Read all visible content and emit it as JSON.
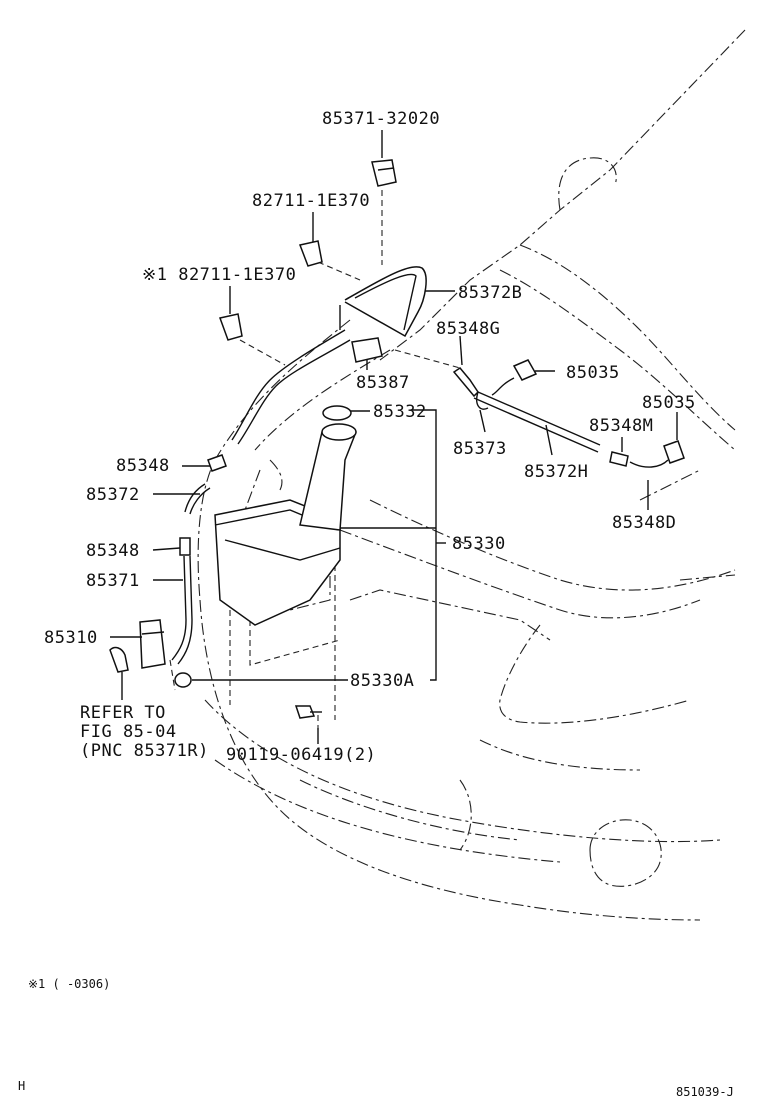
{
  "diagram": {
    "labels": {
      "p85371_32020": "85371-32020",
      "p82711_1e370": "82711-1E370",
      "p82711_1e370_note": "※1 82711-1E370",
      "p85372b": "85372B",
      "p85348g": "85348G",
      "p85035_a": "85035",
      "p85035_b": "85035",
      "p85387": "85387",
      "p85332": "85332",
      "p85373": "85373",
      "p85348m": "85348M",
      "p85372h": "85372H",
      "p85348d": "85348D",
      "p85348_a": "85348",
      "p85372": "85372",
      "p85348_b": "85348",
      "p85330": "85330",
      "p85371": "85371",
      "p85310": "85310",
      "p85330a": "85330A",
      "p90119": "90119-06419(2)",
      "refer_line1": "REFER TO",
      "refer_line2": "FIG 85-04",
      "refer_line3": "(PNC 85371R)"
    },
    "footnote": "※1 (    -0306)",
    "corner_mark": "H",
    "figure_id": "851039-J"
  }
}
